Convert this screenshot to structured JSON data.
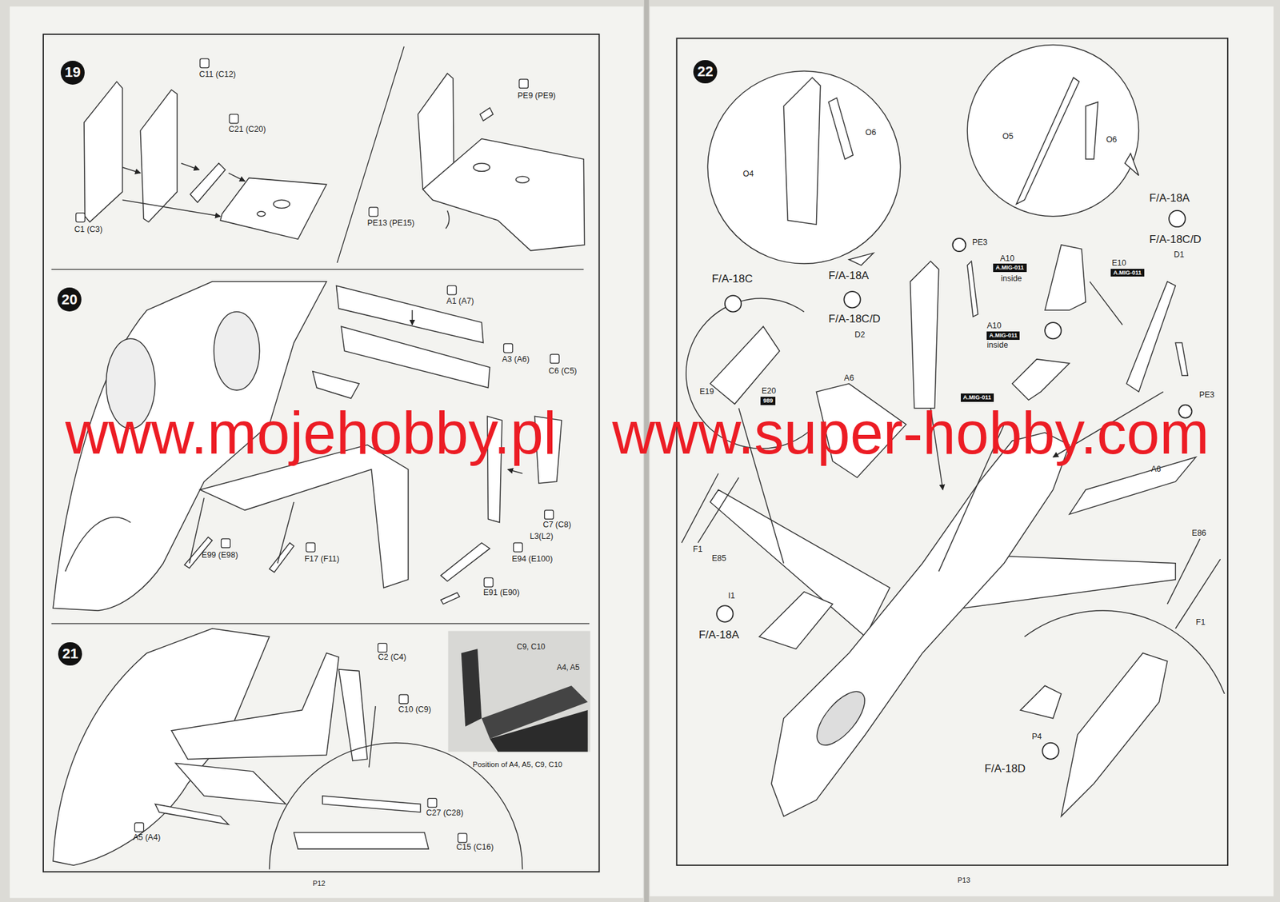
{
  "diagram": {
    "nodes": [
      {
        "text": [
          "19"
        ]
      },
      {
        "text": [
          "20"
        ]
      },
      {
        "text": [
          "21"
        ]
      },
      {
        "text": [
          "C9, C10",
          "A4, A5",
          "Position of A4, A5, C9, C10"
        ]
      },
      {
        "text": [
          "22"
        ]
      },
      {
        "text": [
          "A.MIG-011"
        ]
      },
      {
        "text": [
          "A.MIG-011"
        ]
      },
      {
        "text": [
          "A.MIG-011"
        ]
      },
      {
        "text": [
          "989"
        ]
      },
      {
        "text": [
          "A.MIG-011"
        ]
      }
    ],
    "labels": [
      "C11 (C12)",
      "C21 (C20)",
      "C1 (C3)",
      "PE9 (PE9)",
      "PE13 (PE15)",
      "A1 (A7)",
      "A3 (A6)",
      "C6 (C5)",
      "C7 (C8)",
      "L3(L2)",
      "E94 (E100)",
      "E99 (E98)",
      "F17 (F11)",
      "E91 (E90)",
      "C2 (C4)",
      "C10 (C9)",
      "A5 (A4)",
      "C27 (C28)",
      "C15 (C16)",
      "P12",
      "O6",
      "O4",
      "F/A-18A",
      "F/A-18C/D",
      "O5",
      "O6",
      "F/A-18A",
      "F/A-18C/D",
      "F/A-18C",
      "PE3",
      "A10",
      "inside",
      "E10",
      "D1",
      "D2",
      "A10",
      "inside",
      "A6",
      "E19",
      "E20",
      "PE3",
      "A6",
      "F1",
      "E85",
      "E86",
      "F1",
      "I1",
      "F/A-18A",
      "P4",
      "F/A-18D",
      "P13",
      "www.mojehobby.pl",
      "www.super-hobby.com"
    ]
  }
}
